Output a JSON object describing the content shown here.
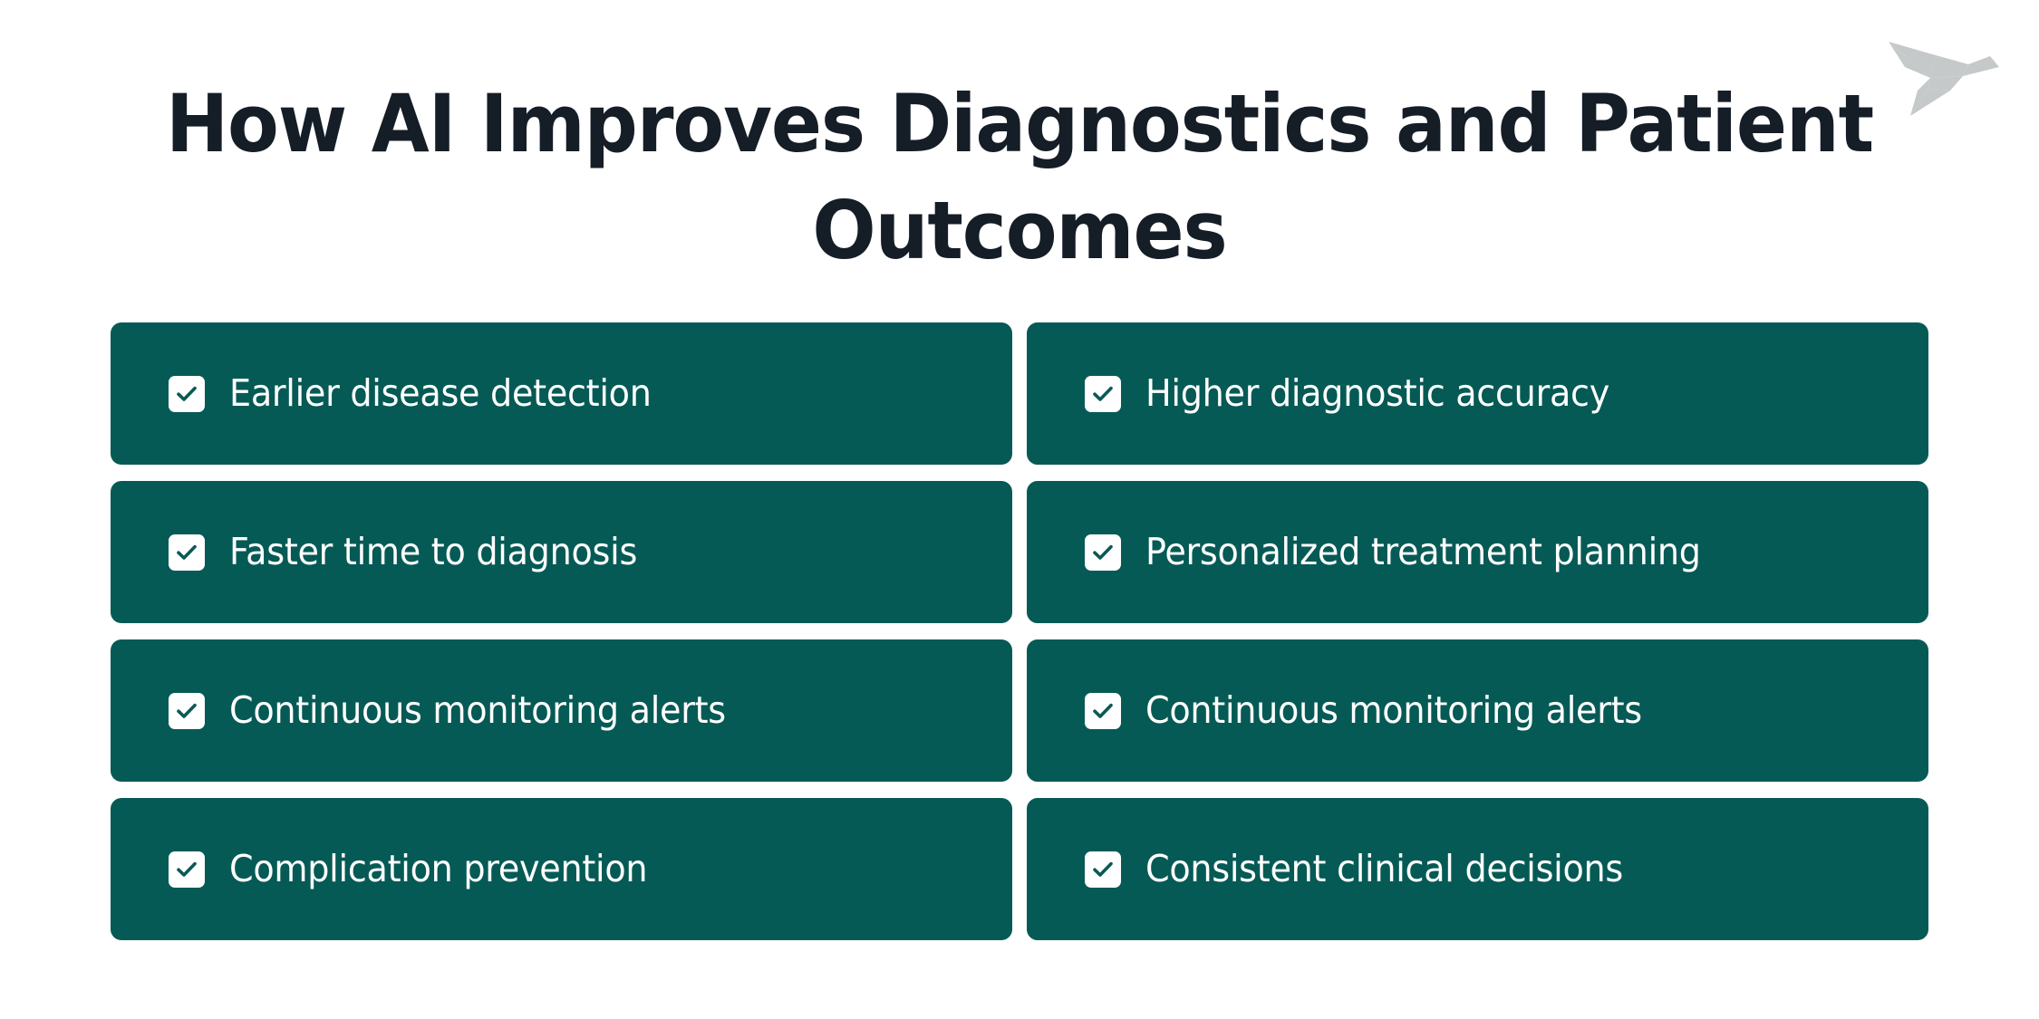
{
  "page": {
    "background_color": "#ffffff",
    "title": "How AI Improves Diagnostics and Patient Outcomes",
    "title_color": "#151D27"
  },
  "logo": {
    "icon_name": "origami-bird-logo",
    "color": "#C6C9C9"
  },
  "theme": {
    "card_background": "#065A55",
    "card_text_color": "#ffffff",
    "checkbox_background": "#ffffff",
    "checkmark_color": "#0A5A54"
  },
  "cards": [
    {
      "label": "Earlier disease detection",
      "checked": true,
      "icon": "checkbox-checked-icon"
    },
    {
      "label": "Higher diagnostic accuracy",
      "checked": true,
      "icon": "checkbox-checked-icon"
    },
    {
      "label": "Faster time to diagnosis",
      "checked": true,
      "icon": "checkbox-checked-icon"
    },
    {
      "label": "Personalized treatment planning",
      "checked": true,
      "icon": "checkbox-checked-icon"
    },
    {
      "label": "Continuous monitoring alerts",
      "checked": true,
      "icon": "checkbox-checked-icon"
    },
    {
      "label": "Continuous monitoring alerts",
      "checked": true,
      "icon": "checkbox-checked-icon"
    },
    {
      "label": "Complication prevention",
      "checked": true,
      "icon": "checkbox-checked-icon"
    },
    {
      "label": "Consistent clinical decisions",
      "checked": true,
      "icon": "checkbox-checked-icon"
    }
  ]
}
